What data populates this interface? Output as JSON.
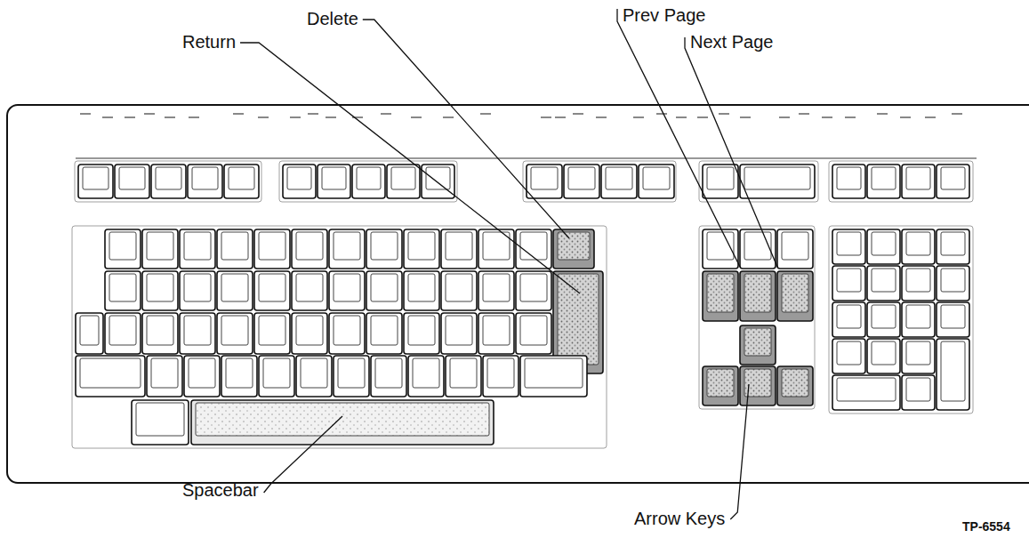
{
  "diagram": {
    "labels": [
      "Delete",
      "Return",
      "Prev Page",
      "Next Page",
      "Spacebar",
      "Arrow Keys",
      "TP-6554"
    ]
  }
}
